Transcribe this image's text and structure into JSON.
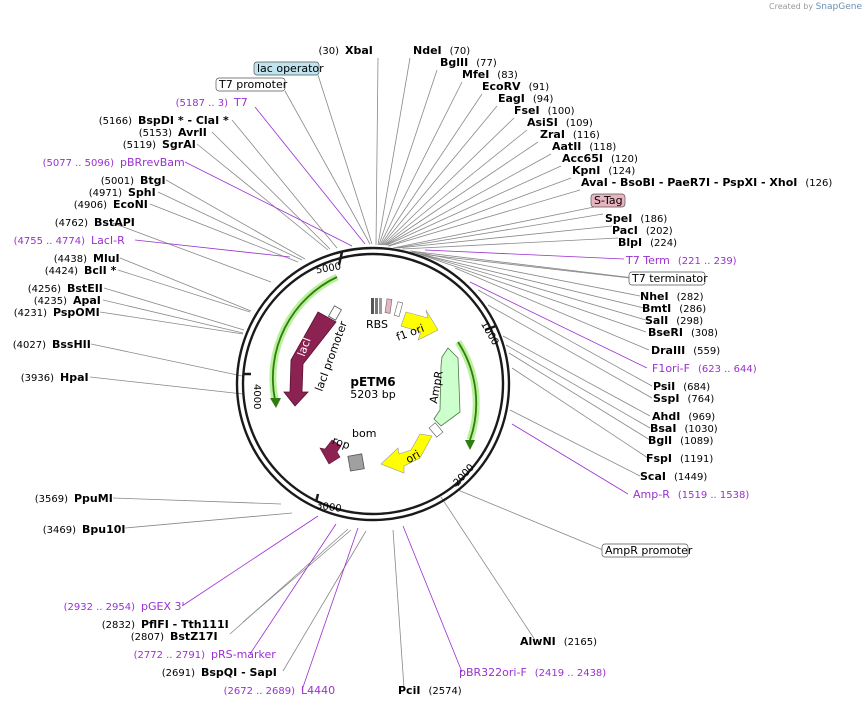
{
  "credit": {
    "prefix": "Created by",
    "brand": "SnapGene"
  },
  "plasmid": {
    "name": "pETM6",
    "size": "5203 bp"
  },
  "ticks": [
    "1000",
    "2000",
    "3000",
    "4000",
    "5000"
  ],
  "enzymes": [
    {
      "name": "XbaI",
      "pos": "(30)"
    },
    {
      "name": "NdeI",
      "pos": "(70)"
    },
    {
      "name": "BglII",
      "pos": "(77)"
    },
    {
      "name": "MfeI",
      "pos": "(83)"
    },
    {
      "name": "EcoRV",
      "pos": "(91)"
    },
    {
      "name": "EagI",
      "pos": "(94)"
    },
    {
      "name": "FseI",
      "pos": "(100)"
    },
    {
      "name": "AsiSI",
      "pos": "(109)"
    },
    {
      "name": "ZraI",
      "pos": "(116)"
    },
    {
      "name": "AatII",
      "pos": "(118)"
    },
    {
      "name": "Acc65I",
      "pos": "(120)"
    },
    {
      "name": "KpnI",
      "pos": "(124)"
    },
    {
      "name": "AvaI  - BsoBI  - PaeR7I  - PspXI  - XhoI",
      "pos": "(126)"
    },
    {
      "name": "SpeI",
      "pos": "(186)"
    },
    {
      "name": "PacI",
      "pos": "(202)"
    },
    {
      "name": "BlpI",
      "pos": "(224)"
    },
    {
      "name": "NheI",
      "pos": "(282)"
    },
    {
      "name": "BmtI",
      "pos": "(286)"
    },
    {
      "name": "SalI",
      "pos": "(298)"
    },
    {
      "name": "BseRI",
      "pos": "(308)"
    },
    {
      "name": "DraIII",
      "pos": "(559)"
    },
    {
      "name": "PsiI",
      "pos": "(684)"
    },
    {
      "name": "SspI",
      "pos": "(764)"
    },
    {
      "name": "AhdI",
      "pos": "(969)"
    },
    {
      "name": "BsaI",
      "pos": "(1030)"
    },
    {
      "name": "BglI",
      "pos": "(1089)"
    },
    {
      "name": "FspI",
      "pos": "(1191)"
    },
    {
      "name": "ScaI",
      "pos": "(1449)"
    },
    {
      "name": "AlwNI",
      "pos": "(2165)"
    },
    {
      "name": "PciI",
      "pos": "(2574)"
    },
    {
      "name": "BspQI  - SapI",
      "pos": "(2691)"
    },
    {
      "name": "BstZ17I",
      "pos": "(2807)"
    },
    {
      "name": "PflFI  - Tth111I",
      "pos": "(2832)"
    },
    {
      "name": "Bpu10I",
      "pos": "(3469)"
    },
    {
      "name": "PpuMI",
      "pos": "(3569)"
    },
    {
      "name": "HpaI",
      "pos": "(3936)"
    },
    {
      "name": "BssHII",
      "pos": "(4027)"
    },
    {
      "name": "PspOMI",
      "pos": "(4231)"
    },
    {
      "name": "ApaI",
      "pos": "(4235)"
    },
    {
      "name": "BstEII",
      "pos": "(4256)"
    },
    {
      "name": "BclI *",
      "pos": "(4424)"
    },
    {
      "name": "MluI",
      "pos": "(4438)"
    },
    {
      "name": "BstAPI",
      "pos": "(4762)"
    },
    {
      "name": "EcoNI",
      "pos": "(4906)"
    },
    {
      "name": "SphI",
      "pos": "(4971)"
    },
    {
      "name": "BtgI",
      "pos": "(5001)"
    },
    {
      "name": "SgrAI",
      "pos": "(5119)"
    },
    {
      "name": "AvrII",
      "pos": "(5153)"
    },
    {
      "name": "BspDI *  - ClaI *",
      "pos": "(5166)"
    }
  ],
  "primers": [
    {
      "name": "T7",
      "pos": "(5187 .. 3)"
    },
    {
      "name": "pBRrevBam",
      "pos": "(5077 .. 5096)"
    },
    {
      "name": "LacI-R",
      "pos": "(4755 .. 4774)"
    },
    {
      "name": "T7 Term",
      "pos": "(221 .. 239)"
    },
    {
      "name": "F1ori-F",
      "pos": "(623 .. 644)"
    },
    {
      "name": "Amp-R",
      "pos": "(1519 .. 1538)"
    },
    {
      "name": "pBR322ori-F",
      "pos": "(2419 .. 2438)"
    },
    {
      "name": "L4440",
      "pos": "(2672 .. 2689)"
    },
    {
      "name": "pRS-marker",
      "pos": "(2772 .. 2791)"
    },
    {
      "name": "pGEX 3'",
      "pos": "(2932 .. 2954)"
    }
  ],
  "boxed": [
    {
      "label": "lac operator",
      "color": "#bfe3ef"
    },
    {
      "label": "T7 promoter",
      "color": "#ffffff"
    },
    {
      "label": "S-Tag",
      "color": "#e8b4c0"
    },
    {
      "label": "T7 terminator",
      "color": "#ffffff"
    },
    {
      "label": "AmpR promoter",
      "color": "#ffffff"
    }
  ],
  "features": {
    "lacI": "lacI",
    "lacI_promoter": "lacI promoter",
    "RBS": "RBS",
    "f1_ori": "f1 ori",
    "AmpR": "AmpR",
    "ori": "ori",
    "rop": "rop",
    "bom": "bom"
  },
  "colors": {
    "lacI": "#8b2252",
    "f1ori": "#ffff00",
    "AmpR": "#ccffcc",
    "ori": "#ffff00",
    "rop": "#8b2252",
    "bom": "#a0a0a0",
    "primer": "#9a30d0",
    "orf_arrow": "#2e7d0f"
  }
}
